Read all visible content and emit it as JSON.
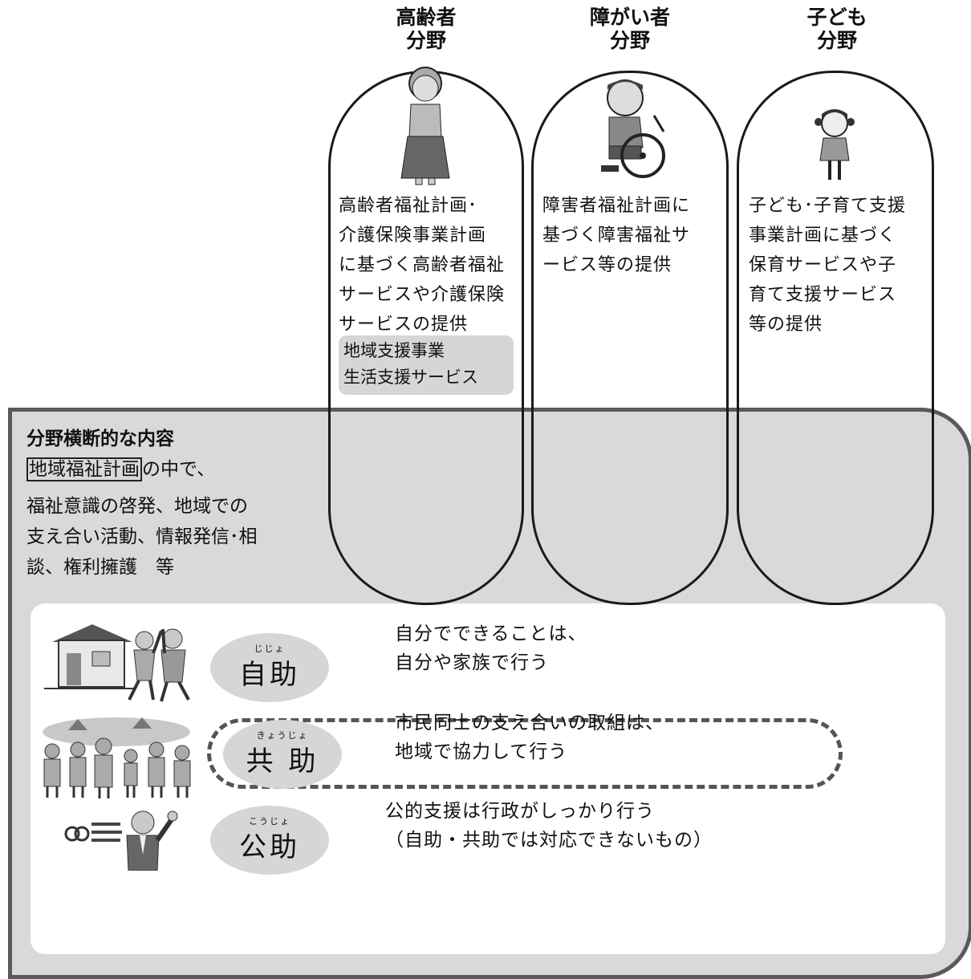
{
  "colors": {
    "panel_bg": "#d9d9d9",
    "panel_border": "#5a5a5a",
    "oval_bg": "#d6d6d6",
    "capsule_border": "#1a1a1a"
  },
  "fields": [
    {
      "title_line1": "高齢者",
      "title_line2": "分野",
      "illustration": "elderly-woman-icon",
      "desc": [
        "高齢者福祉計画･",
        "介護保険事業計画",
        "に基づく高齢者福祉",
        "サービスや介護保険",
        "サービスの提供"
      ],
      "sub": [
        "地域支援事業",
        "生活支援サービス"
      ]
    },
    {
      "title_line1": "障がい者",
      "title_line2": "分野",
      "illustration": "wheelchair-user-icon",
      "desc": [
        "障害者福祉計画に",
        "基づく障害福祉サ",
        "ービス等の提供"
      ]
    },
    {
      "title_line1": "子ども",
      "title_line2": "分野",
      "illustration": "child-icon",
      "desc": [
        "子ども･子育て支援",
        "事業計画に基づく",
        "保育サービスや子",
        "育て支援サービス",
        "等の提供"
      ]
    }
  ],
  "cross": {
    "title": "分野横断的な内容",
    "plan": "地域福祉計画",
    "intro_rest": "の中で、",
    "lines": [
      "福祉意識の啓発、地域での",
      "支え合い活動、情報発信･相",
      "談、権利擁護　等"
    ]
  },
  "help": [
    {
      "ruby": "じじょ",
      "term": "自助",
      "illustration": "family-house-icon",
      "desc": [
        "自分でできることは、",
        "自分や家族で行う"
      ]
    },
    {
      "ruby": "きょうじょ",
      "term": "共 助",
      "illustration": "community-group-icon",
      "desc": [
        "市民同士の支え合いの取組は、",
        "地域で協力して行う"
      ]
    },
    {
      "ruby": "こうじょ",
      "term": "公助",
      "illustration": "official-person-icon",
      "desc": [
        "公的支援は行政がしっかり行う",
        "（自助・共助では対応できないもの）"
      ]
    }
  ]
}
